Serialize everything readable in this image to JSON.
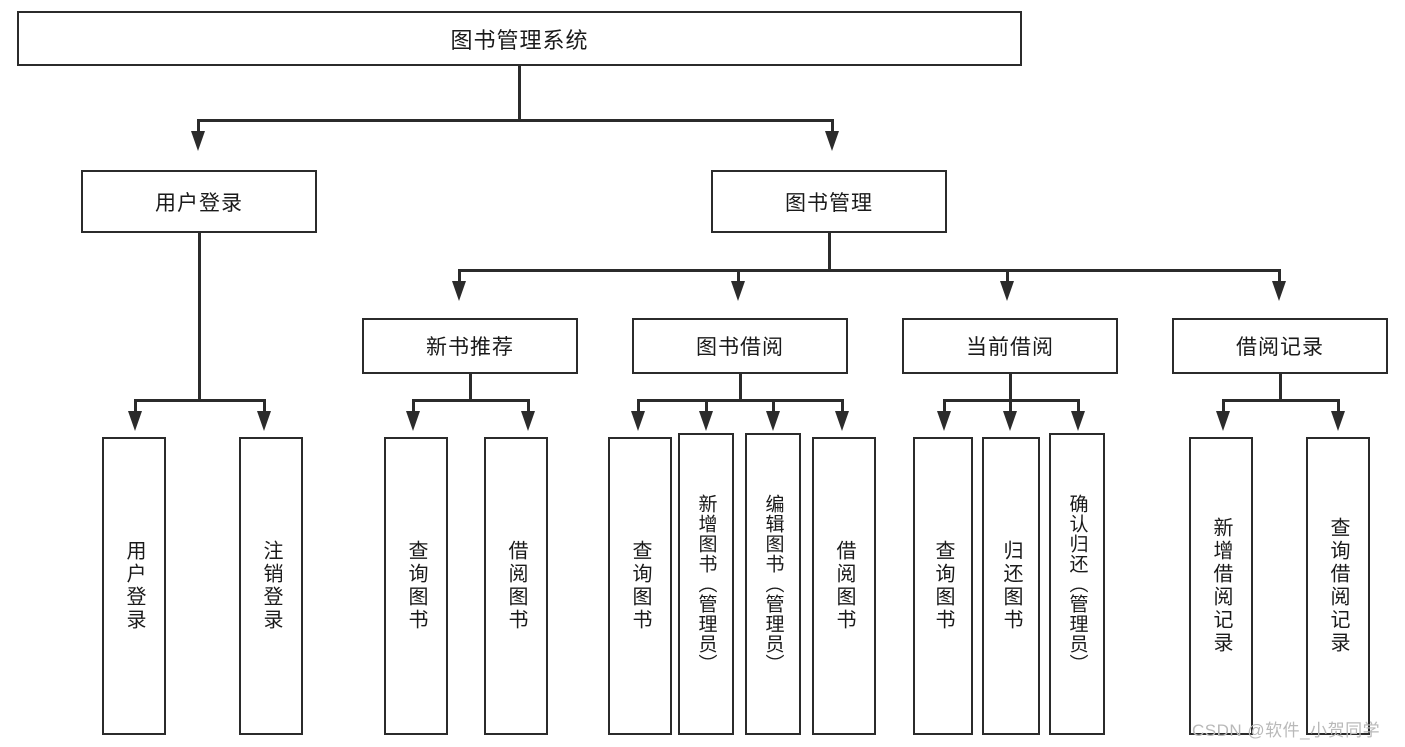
{
  "diagram": {
    "type": "tree-hierarchy-chart",
    "title": "图书管理系统",
    "levels": 4,
    "root": {
      "label": "图书管理系统"
    },
    "level2": [
      {
        "label": "用户登录"
      },
      {
        "label": "图书管理"
      }
    ],
    "level3": [
      {
        "label": "新书推荐",
        "parent": "图书管理"
      },
      {
        "label": "图书借阅",
        "parent": "图书管理"
      },
      {
        "label": "当前借阅",
        "parent": "图书管理"
      },
      {
        "label": "借阅记录",
        "parent": "图书管理"
      }
    ],
    "leaves": [
      {
        "label": "用户登录",
        "parent": "用户登录"
      },
      {
        "label": "注销登录",
        "parent": "用户登录"
      },
      {
        "label": "查询图书",
        "parent": "新书推荐"
      },
      {
        "label": "借阅图书",
        "parent": "新书推荐"
      },
      {
        "label": "查询图书",
        "parent": "图书借阅"
      },
      {
        "label": "新增图书（管理员）",
        "parent": "图书借阅"
      },
      {
        "label": "编辑图书（管理员）",
        "parent": "图书借阅"
      },
      {
        "label": "借阅图书",
        "parent": "图书借阅"
      },
      {
        "label": "查询图书",
        "parent": "当前借阅"
      },
      {
        "label": "归还图书",
        "parent": "当前借阅"
      },
      {
        "label": "确认归还（管理员）",
        "parent": "当前借阅"
      },
      {
        "label": "新增借阅记录",
        "parent": "借阅记录"
      },
      {
        "label": "查询借阅记录",
        "parent": "借阅记录"
      }
    ],
    "colors": {
      "stroke": "#2b2b2b",
      "fill": "#ffffff",
      "text": "#1a1a1a",
      "watermark": "#b9b9b9"
    }
  },
  "watermark": {
    "text": "CSDN @软件_小贺同学"
  }
}
